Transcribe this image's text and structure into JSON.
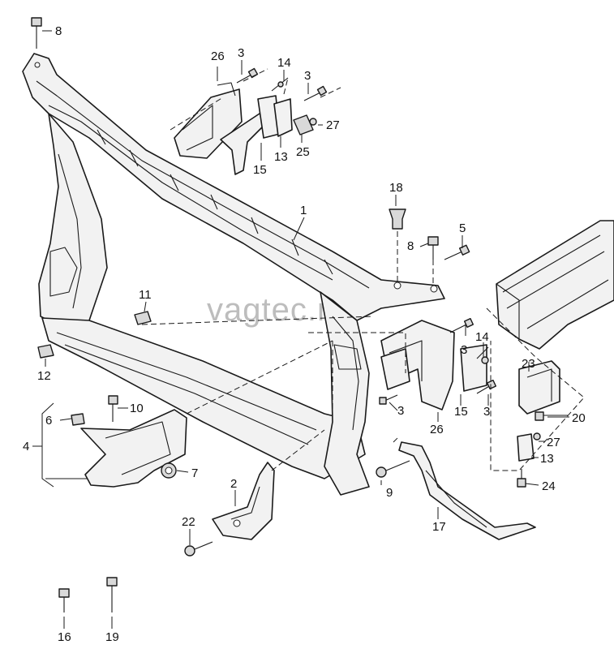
{
  "watermark": "vagtec.ru",
  "colors": {
    "line": "#1a1a1a",
    "fill": "#f2f2f2",
    "watermark": "#bdbdbd"
  },
  "callouts": {
    "c1": "1",
    "c2": "2",
    "c3a": "3",
    "c3b": "3",
    "c3c": "3",
    "c3d": "3",
    "c3e": "3",
    "c4": "4",
    "c5": "5",
    "c6": "6",
    "c7": "7",
    "c8a": "8",
    "c8b": "8",
    "c9": "9",
    "c10": "10",
    "c11": "11",
    "c12": "12",
    "c13a": "13",
    "c13b": "13",
    "c14a": "14",
    "c14b": "14",
    "c15a": "15",
    "c15b": "15",
    "c16": "16",
    "c17": "17",
    "c18": "18",
    "c19": "19",
    "c20": "20",
    "c22": "22",
    "c23": "23",
    "c24": "24",
    "c25": "25",
    "c26a": "26",
    "c26b": "26",
    "c27a": "27",
    "c27b": "27"
  }
}
